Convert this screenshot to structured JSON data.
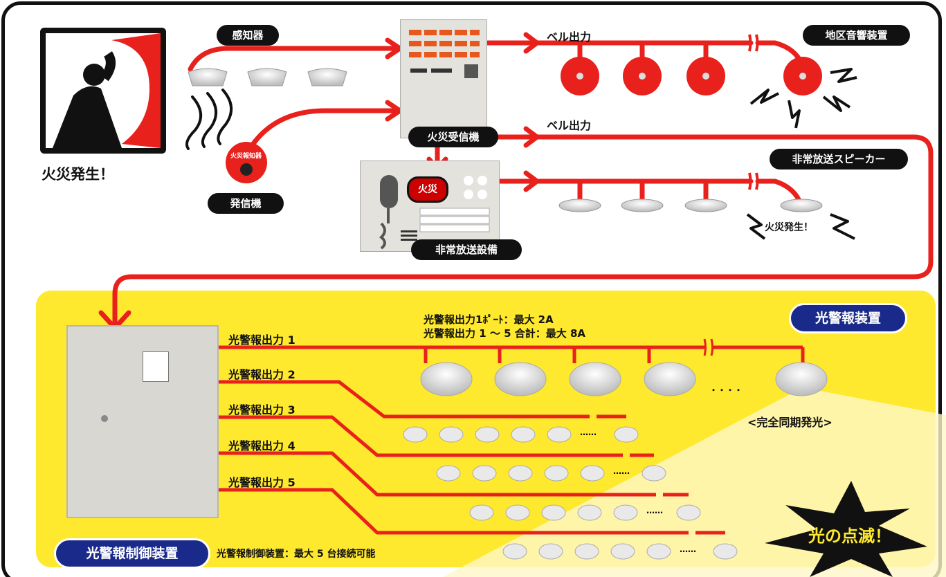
{
  "labels": {
    "detector": "感知器",
    "fire_occurred": "火災発生！",
    "transmitter": "発信機",
    "transmitter_button": "火災報知器",
    "receiver": "火災受信機",
    "bell_output_1": "ベル出力",
    "bell_output_2": "ベル出力",
    "district_sounder": "地区音響装置",
    "emergency_speaker": "非常放送スピーカー",
    "emergency_broadcast": "非常放送設備",
    "fire_button": "火災",
    "speaker_fire": "火災発生！",
    "light_alarm_device": "光警報装置",
    "controller": "光警報制御装置",
    "controller_note": "光警報制御装置：最大 5 台接続可能",
    "spec_line1": "光警報出力1ﾎﾟｰﾄ：最大 2A",
    "spec_line2": "光警報出力 1 ～ 5 合計：最大 8A",
    "sync": "<完全同期発光>",
    "flash": "光の点滅！",
    "dots_big": "・・・・",
    "dots_small": "……"
  },
  "outputs": [
    "光警報出力 1",
    "光警報出力 2",
    "光警報出力 3",
    "光警報出力 4",
    "光警報出力 5"
  ],
  "colors": {
    "wire": "#e8211c",
    "yellow": "#ffe92e",
    "dark": "#111111",
    "navy": "#1a2a8a"
  }
}
